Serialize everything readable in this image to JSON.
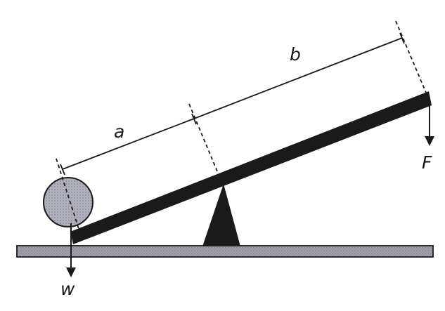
{
  "labels": {
    "a": "a",
    "b": "b",
    "force": "F",
    "weight": "w"
  },
  "colors": {
    "ink": "#1a1a1a",
    "ground_fill": "#9a9aa6",
    "ball_fill": "#a9a9b3",
    "beam": "#1a1a1a",
    "fulcrum": "#1a1a1a"
  }
}
